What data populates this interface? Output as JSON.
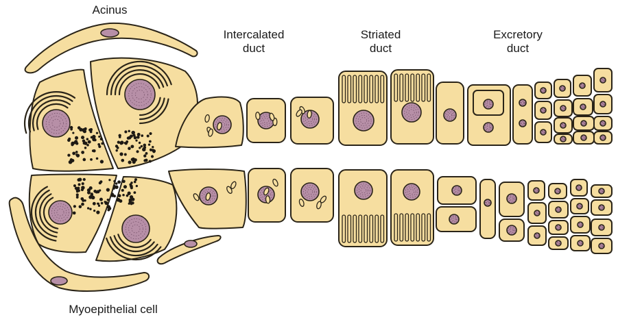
{
  "labels": {
    "acinus": "Acinus",
    "intercalated": "Intercalated\nduct",
    "striated": "Striated\nduct",
    "excretory": "Excretory\nduct",
    "myoepithelial": "Myoepithelial cell"
  },
  "colors": {
    "cytoplasm": "#f6dea0",
    "nucleus": "#b78fa7",
    "outline": "#2a2418",
    "background": "#ffffff"
  }
}
